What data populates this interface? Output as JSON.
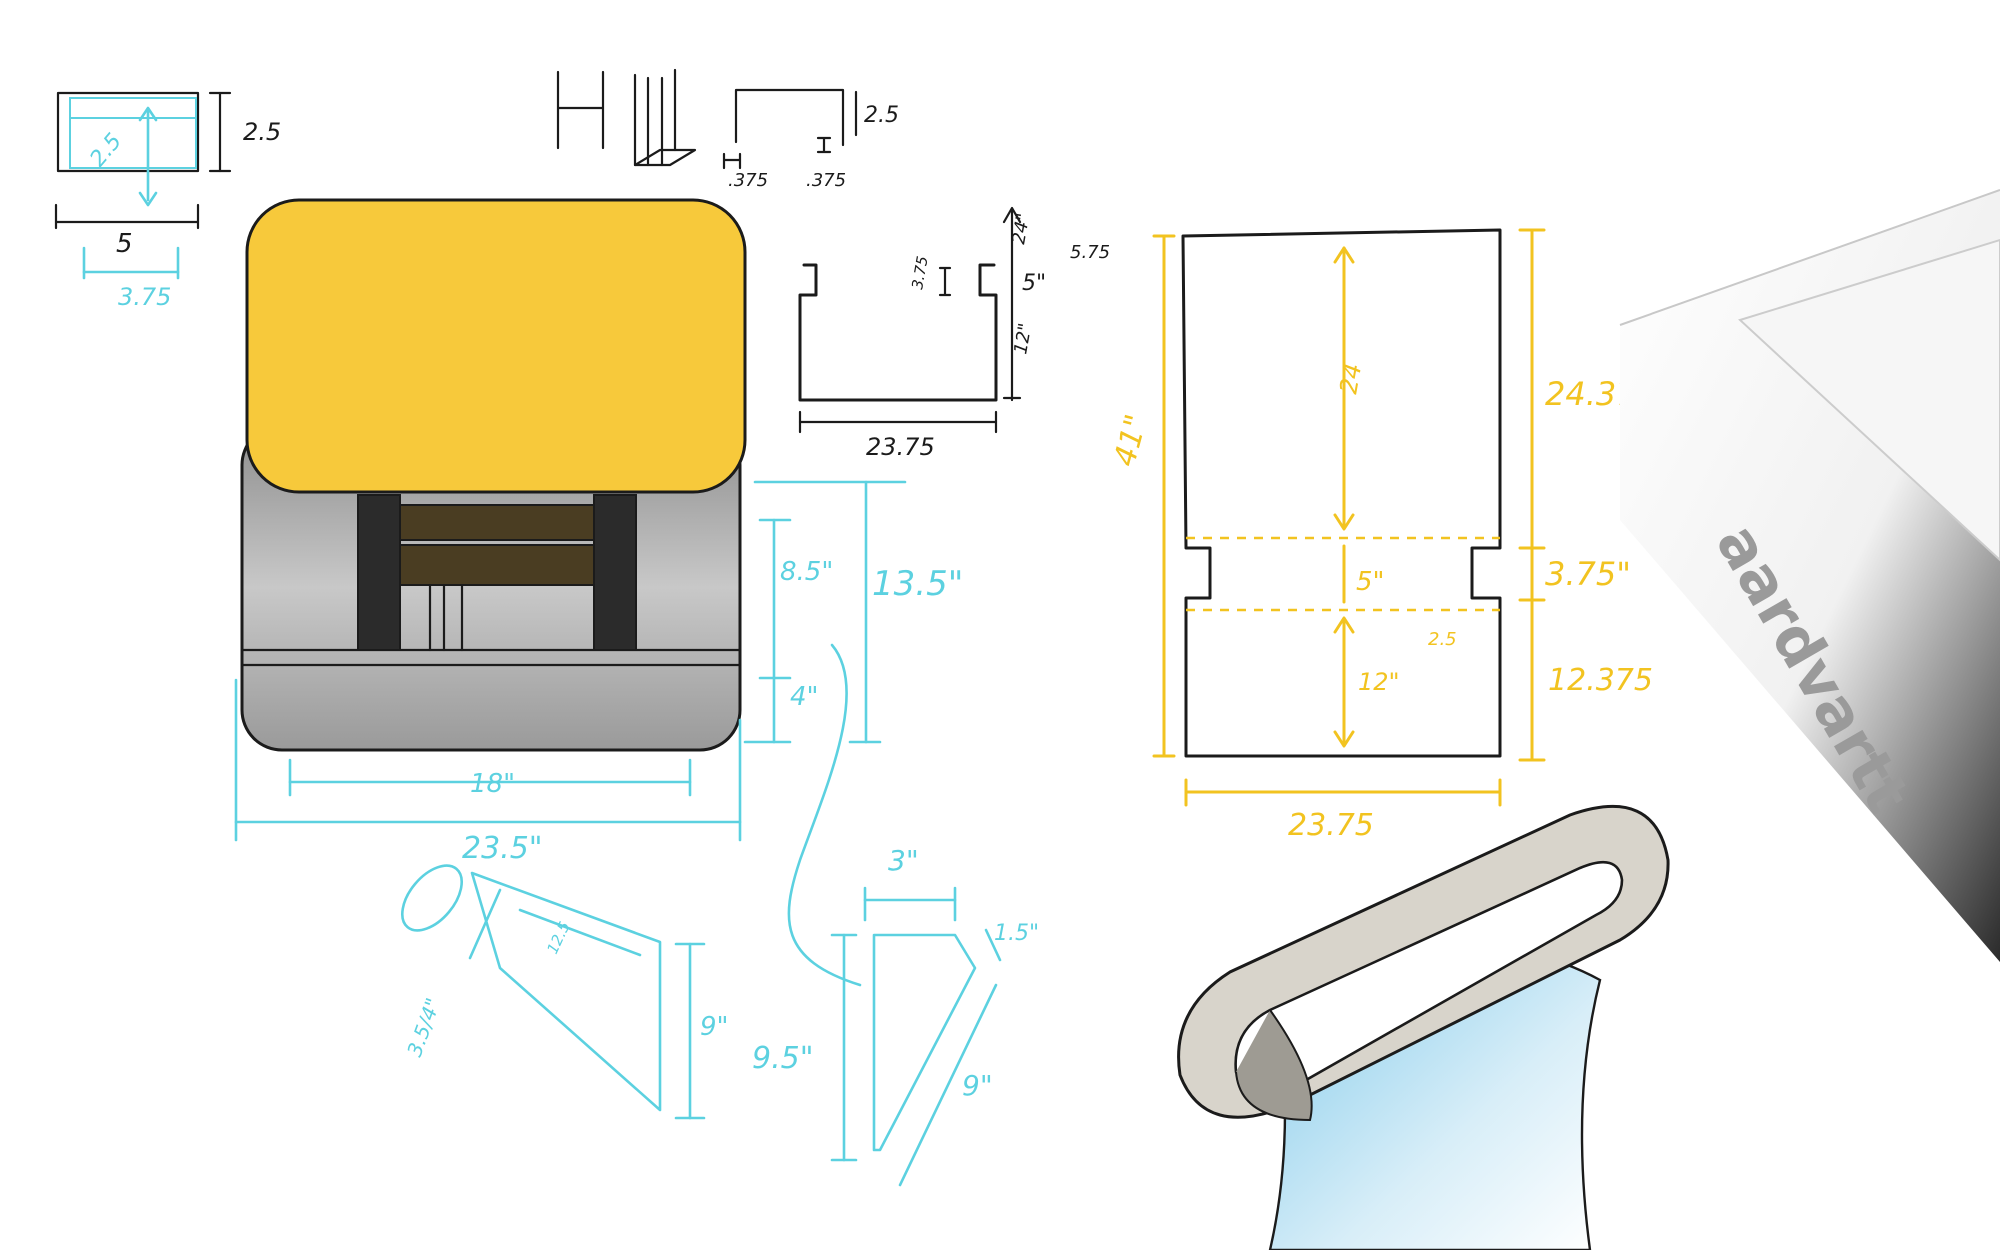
{
  "colors": {
    "ink": "#1b1b1b",
    "cyan_dimension": "#5cd1e0",
    "yellow_dimension": "#f2c320",
    "cushion_yellow": "#f7c93b",
    "bag_grey": "#9e9e9e",
    "strap_blue": "#a9dcef",
    "buckle_grey": "#cfcbc2"
  },
  "icons": {
    "arrow": "arrow-icon",
    "dimension_tick": "dimension-tick-icon"
  },
  "top_left_sketch": {
    "height_ink": "2.5",
    "inner_height_cyan": "2.5",
    "width_ink": "5",
    "width_cyan": "3.75"
  },
  "top_center_sketch": {
    "height": "2.5",
    "left_gap": ".375",
    "right_gap": ".375"
  },
  "u_channel": {
    "dim_24": "24\"",
    "dim_5": "5\"",
    "dim_12": "12\"",
    "notch": "3.75",
    "side_note": "5.75",
    "width": "23.75"
  },
  "bag": {
    "height_top": "8.5\"",
    "height_bottom": "4\"",
    "height_total": "13.5\"",
    "inner_width": "18\"",
    "outer_width": "23.5\""
  },
  "cushion_wedge": {
    "dia": "3.5/4\"",
    "slope": "12.5",
    "height": "9\""
  },
  "side_profile": {
    "top": "3\"",
    "bevel": "1.5\"",
    "height": "9.5\"",
    "slant": "9\""
  },
  "panel": {
    "overall_height": "41\"",
    "upper_inner": "24",
    "middle_inner": "5\"",
    "lower_inner": "12\"",
    "notch_depth": "2.5",
    "right_upper": "24.375\"",
    "right_middle": "3.75\"",
    "right_lower": "12.375",
    "bottom_width": "23.75"
  },
  "render": {
    "brand": "aardvartt"
  }
}
